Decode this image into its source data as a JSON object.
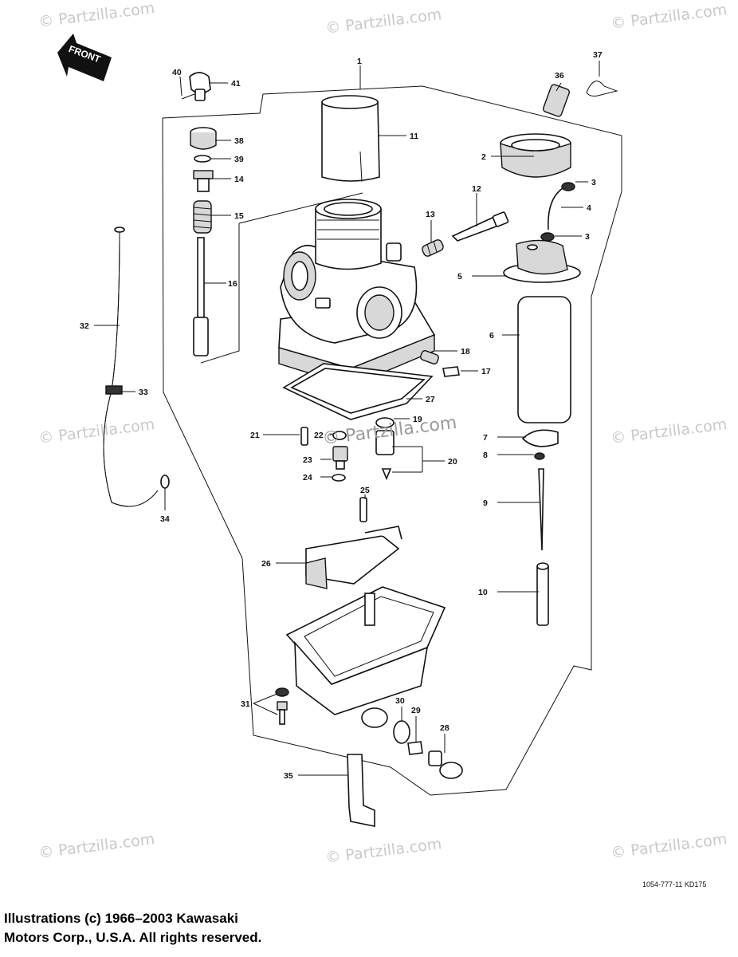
{
  "front_label": "FRONT",
  "watermarks": [
    "© Partzilla.com",
    "© Partzilla.com",
    "© Partzilla.com",
    "© Partzilla.com",
    "© Partzilla.com",
    "© Partzilla.com",
    "© Partzilla.com",
    "© Partzilla.com",
    "© Partzilla.com"
  ],
  "center_watermark": "© Partzilla.com",
  "diagram_code": "1054-777-11    KD175",
  "copyright": {
    "line1": "Illustrations (c) 1966–2003 Kawasaki",
    "line2": "Motors Corp., U.S.A.  All rights reserved."
  },
  "callouts": [
    "1",
    "2",
    "3",
    "3",
    "4",
    "5",
    "6",
    "7",
    "8",
    "9",
    "10",
    "11",
    "12",
    "13",
    "14",
    "15",
    "16",
    "17",
    "18",
    "19",
    "20",
    "21",
    "22",
    "23",
    "24",
    "25",
    "26",
    "27",
    "28",
    "29",
    "30",
    "31",
    "32",
    "33",
    "34",
    "35",
    "36",
    "37",
    "38",
    "39",
    "40",
    "41"
  ]
}
